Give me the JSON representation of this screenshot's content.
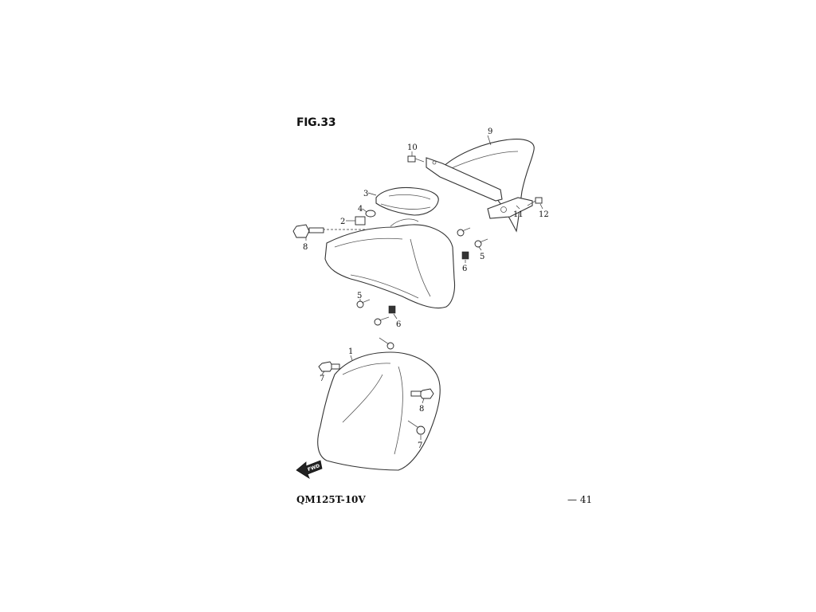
{
  "header": {
    "figure_label": "FIG.33"
  },
  "footer": {
    "model": "QM125T-10V",
    "page": "— 41"
  },
  "direction_marker": {
    "label": "FWD"
  },
  "callouts": {
    "c1": "1",
    "c2": "2",
    "c3": "3",
    "c4": "4",
    "c5a": "5",
    "c5b": "5",
    "c6a": "6",
    "c6b": "6",
    "c7a": "7",
    "c7b": "7",
    "c8a": "8",
    "c8b": "8",
    "c9": "9",
    "c10": "10",
    "c11": "11",
    "c12": "12"
  }
}
